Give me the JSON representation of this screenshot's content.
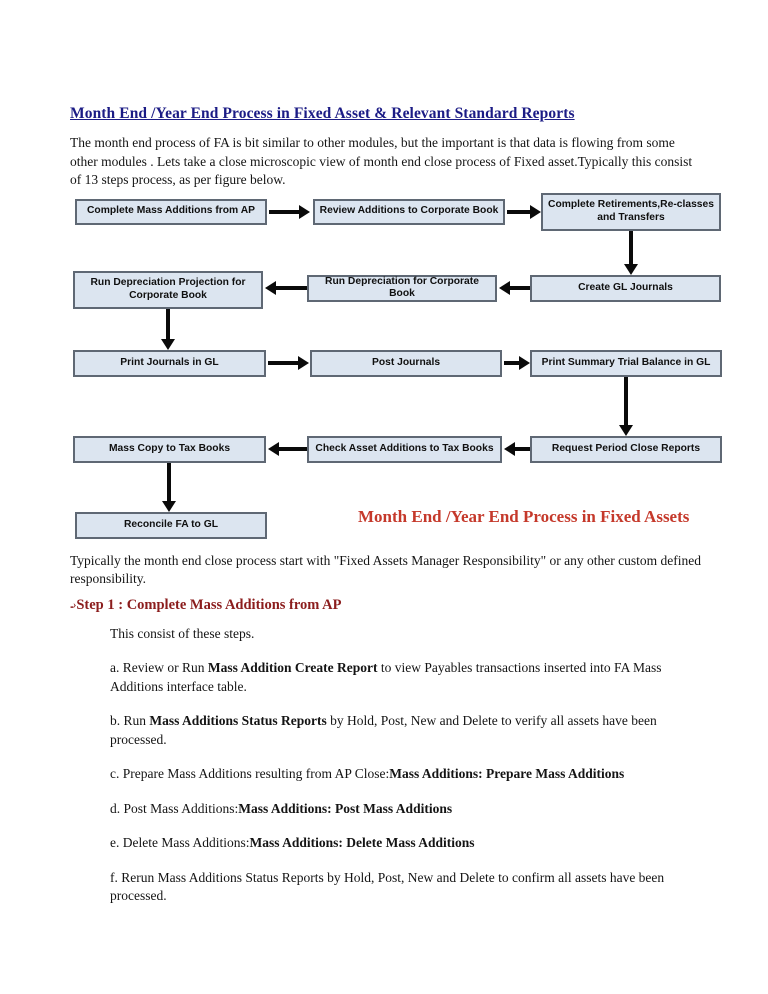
{
  "colors": {
    "title_blue": "#1b1b85",
    "step_heading_red": "#8b1d1d",
    "caption_red": "#c5392b",
    "box_fill": "#dce5f0",
    "box_border": "#5f6874"
  },
  "page": {
    "title": "Month End /Year End Process in Fixed Asset & Relevant Standard Reports",
    "intro": "The month end process of FA is bit similar to other modules, but the important is that data is flowing from some other modules . Lets take a close microscopic view of month end close process of Fixed asset.Typically this consist of 13 steps process, as per figure below."
  },
  "flowchart": {
    "caption": "Month End /Year End Process in Fixed Assets",
    "boxes": [
      {
        "label": "Complete Mass Additions from AP"
      },
      {
        "label": "Review Additions to Corporate Book"
      },
      {
        "label": "Complete Retirements,Re-classes and  Transfers"
      },
      {
        "label": "Run Depreciation Projection for Corporate Book"
      },
      {
        "label": "Run Depreciation for Corporate Book"
      },
      {
        "label": "Create GL Journals"
      },
      {
        "label": "Print Journals in GL"
      },
      {
        "label": "Post Journals"
      },
      {
        "label": "Print Summary Trial Balance in GL"
      },
      {
        "label": "Mass Copy to Tax Books"
      },
      {
        "label": "Check Asset Additions to Tax Books"
      },
      {
        "label": "Request Period Close Reports"
      },
      {
        "label": "Reconcile FA to GL"
      }
    ]
  },
  "body": {
    "after_chart": "Typically the month end close process start with \"Fixed Assets Manager Responsibility\" or any other custom defined responsibility.",
    "step1": {
      "bullet": "..›",
      "heading": "Step 1 : Complete Mass Additions from AP",
      "intro": "This consist of these steps.",
      "items": {
        "a": {
          "s0": "a. Review or Run ",
          "s1": "Mass Addition Create Report",
          "s2": " to view Payables transactions inserted into FA Mass Additions interface table."
        },
        "b": {
          "s0": "b. Run ",
          "s1": "Mass Additions Status Reports",
          "s2": " by Hold, Post, New and Delete to verify all assets have been processed."
        },
        "c": {
          "s0": "c. Prepare Mass Additions resulting from AP Close:",
          "s1": "Mass Additions: Prepare Mass Additions"
        },
        "d": {
          "s0": "d. Post Mass Additions:",
          "s1": "Mass Additions: Post Mass Additions"
        },
        "e": {
          "s0": "e. Delete Mass Additions:",
          "s1": "Mass Additions: Delete Mass Additions"
        },
        "f": {
          "s0": "f. Rerun Mass Additions Status Reports by Hold, Post, New and Delete to confirm all assets have been processed."
        }
      }
    }
  }
}
